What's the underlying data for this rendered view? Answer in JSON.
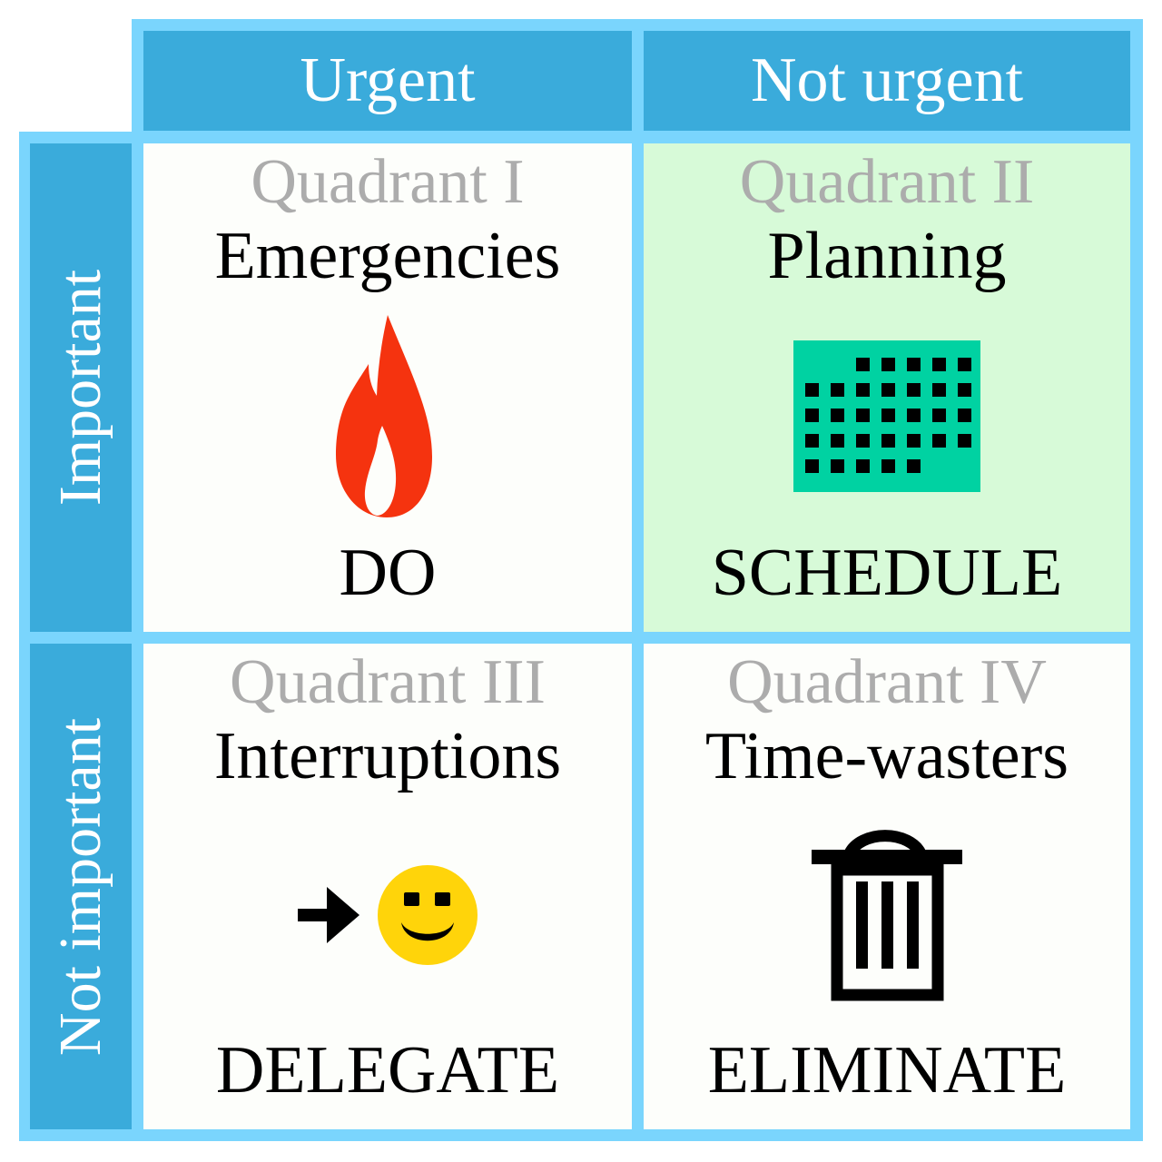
{
  "matrix": {
    "column_headers": [
      "Urgent",
      "Not urgent"
    ],
    "row_headers": [
      "Important",
      "Not important"
    ],
    "quadrants": [
      {
        "id": "I",
        "title": "Quadrant I",
        "subject": "Emergencies",
        "action": "DO",
        "icon": "fire-icon",
        "highlighted": false
      },
      {
        "id": "II",
        "title": "Quadrant II",
        "subject": "Planning",
        "action": "SCHEDULE",
        "icon": "calendar-icon",
        "highlighted": true
      },
      {
        "id": "III",
        "title": "Quadrant III",
        "subject": "Interruptions",
        "action": "DELEGATE",
        "icon": "arrow-and-smiley-icon",
        "highlighted": false
      },
      {
        "id": "IV",
        "title": "Quadrant IV",
        "subject": "Time-wasters",
        "action": "ELIMINATE",
        "icon": "trash-icon",
        "highlighted": false
      }
    ],
    "colors": {
      "header_blue": "#3aabdb",
      "border_light_blue": "#7ad5fd",
      "highlight_green": "#d7fad8",
      "cell_white": "#fdfefb",
      "quadrant_title_gray": "#acacac",
      "flame_red": "#f5330f",
      "calendar_teal": "#00d2a2",
      "smiley_yellow": "#ffd40a",
      "icon_black": "#000000"
    }
  }
}
